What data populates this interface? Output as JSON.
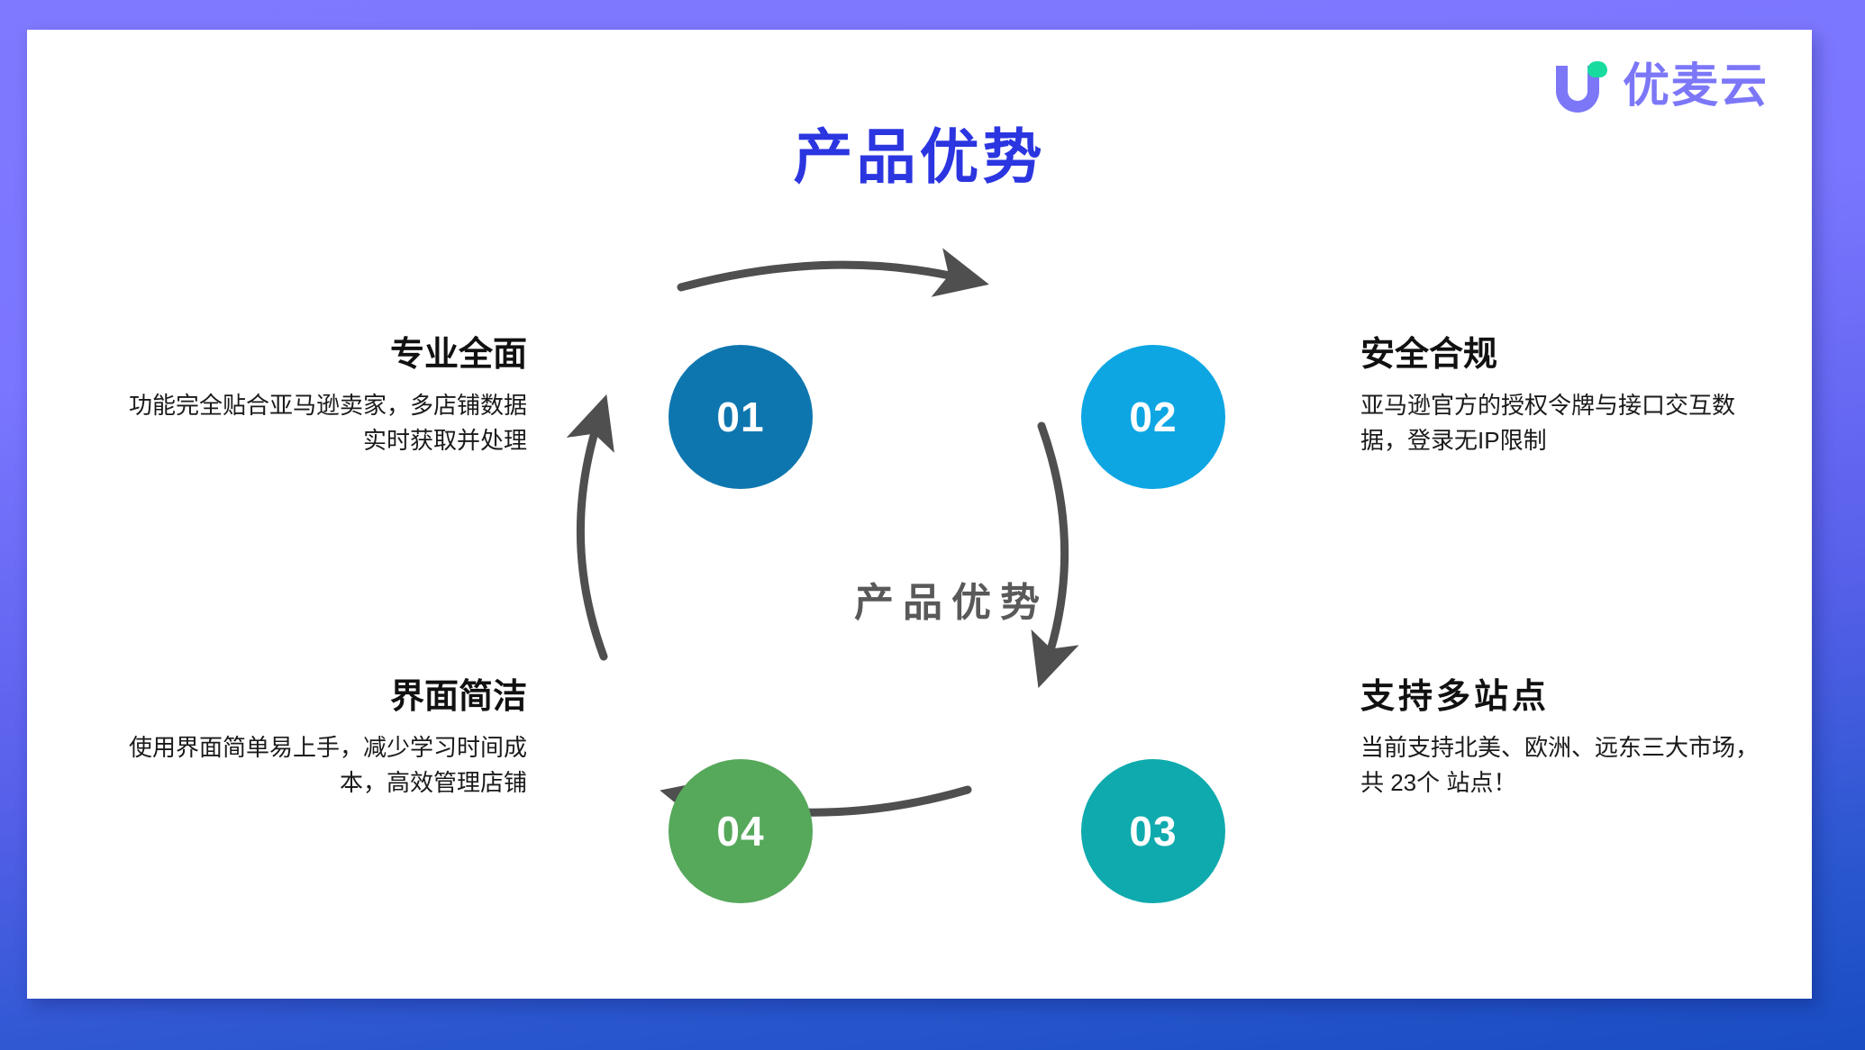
{
  "slide": {
    "title": "产品优势",
    "center_label": "产品优势",
    "background_gradient_from": "#7f79ff",
    "background_gradient_to": "#1a4cc2",
    "card_background": "#ffffff",
    "title_color": "#2b35e0"
  },
  "brand": {
    "name": "优麦云",
    "mark_color": "#7c77f7",
    "dot_color": "#18dba0"
  },
  "diagram": {
    "arrow_color": "#4f4f4f",
    "nodes": [
      {
        "number": "01",
        "color": "#0e76af"
      },
      {
        "number": "02",
        "color": "#0da6e3"
      },
      {
        "number": "03",
        "color": "#0faaad"
      },
      {
        "number": "04",
        "color": "#56a85b"
      }
    ]
  },
  "features": [
    {
      "id": "01",
      "title": "专业全面",
      "body": "功能完全贴合亚马逊卖家，多店铺数据实时获取并处理",
      "align": "right"
    },
    {
      "id": "02",
      "title": "安全合规",
      "body": "亚马逊官方的授权令牌与接口交互数据，登录无IP限制",
      "align": "left"
    },
    {
      "id": "03",
      "title": "支持多站点",
      "body": "当前支持北美、欧洲、远东三大市场，共 23个 站点！",
      "align": "left"
    },
    {
      "id": "04",
      "title": "界面简洁",
      "body": "使用界面简单易上手，减少学习时间成本，高效管理店铺",
      "align": "right"
    }
  ]
}
